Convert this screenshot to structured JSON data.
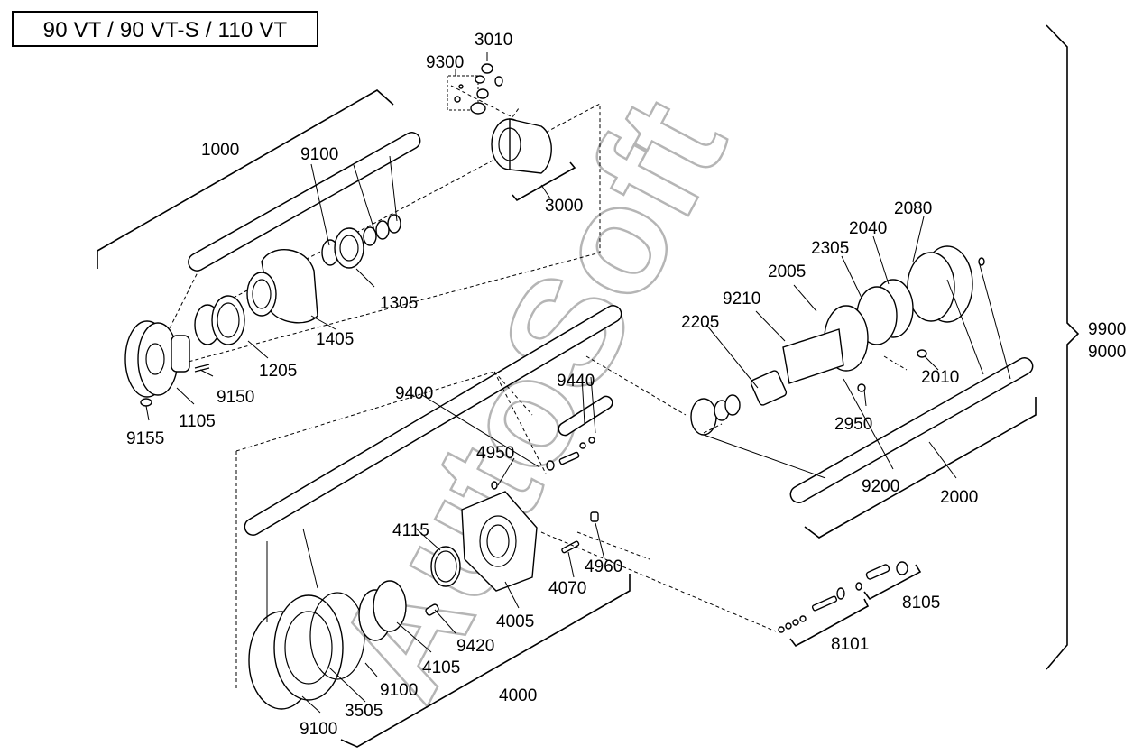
{
  "header": {
    "model_title": "90 VT / 90 VT-S / 110 VT"
  },
  "watermark": {
    "text": "AutoSoft"
  },
  "part_labels": {
    "p3010": "3010",
    "p9300": "9300",
    "p1000": "1000",
    "p9100_top": "9100",
    "p3000": "3000",
    "p1305": "1305",
    "p1405": "1405",
    "p1205": "1205",
    "p9150": "9150",
    "p1105": "1105",
    "p9155": "9155",
    "p2080": "2080",
    "p2040": "2040",
    "p2305": "2305",
    "p2005": "2005",
    "p9210": "9210",
    "p2205": "2205",
    "p2010": "2010",
    "p2950": "2950",
    "p9200": "9200",
    "p2000": "2000",
    "p9900": "9900",
    "p9000": "9000",
    "p9400": "9400",
    "p9440": "9440",
    "p4950": "4950",
    "p4115": "4115",
    "p4070": "4070",
    "p4960": "4960",
    "p4005": "4005",
    "p9420": "9420",
    "p4105": "4105",
    "p9100_mid": "9100",
    "p3505": "3505",
    "p9100_bot": "9100",
    "p4000": "4000",
    "p8105": "8105",
    "p8101": "8101"
  }
}
